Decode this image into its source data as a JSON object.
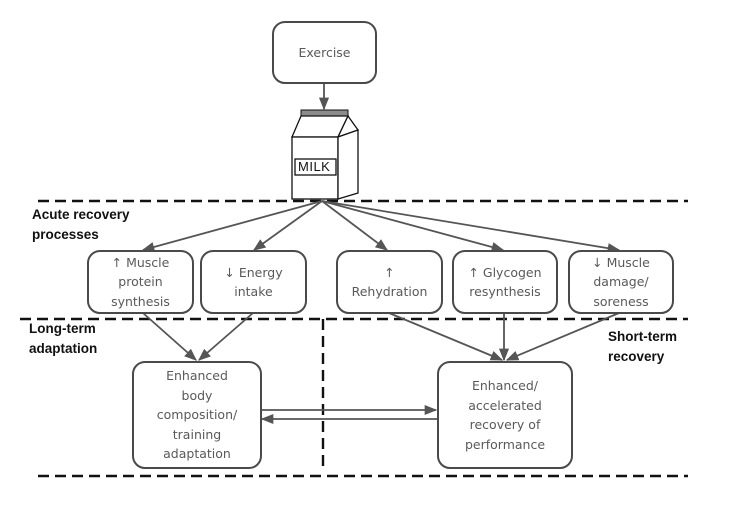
{
  "diagram": {
    "colors": {
      "box_border": "#4a4a4a",
      "box_text": "#595959",
      "arrow": "#555555",
      "dashed_line": "#111111",
      "carton_cap": "#8c8c8c"
    },
    "top": {
      "exercise": "Exercise",
      "milk_carton_label": "MILK"
    },
    "zones": {
      "acute": "Acute recovery\nprocesses",
      "long_term": "Long-term\nadaptation",
      "short_term": "Short-term\nrecovery"
    },
    "acute_processes": [
      {
        "label": "↑ Muscle\nprotein\nsynthesis"
      },
      {
        "label": "↓ Energy\nintake"
      },
      {
        "label": "↑\nRehydration"
      },
      {
        "label": "↑ Glycogen\nresynthesis"
      },
      {
        "label": "↓ Muscle\ndamage/\nsoreness"
      }
    ],
    "outcomes": {
      "long_term": "Enhanced\nbody\ncomposition/\ntraining\nadaptation",
      "short_term": "Enhanced/\naccelerated\nrecovery of\nperformance"
    },
    "edges": [
      {
        "from": "Exercise",
        "to": "MILK"
      },
      {
        "from": "MILK",
        "to": "↑ Muscle protein synthesis"
      },
      {
        "from": "MILK",
        "to": "↓ Energy intake"
      },
      {
        "from": "MILK",
        "to": "↑ Rehydration"
      },
      {
        "from": "MILK",
        "to": "↑ Glycogen resynthesis"
      },
      {
        "from": "MILK",
        "to": "↓ Muscle damage/soreness"
      },
      {
        "from": "↑ Muscle protein synthesis",
        "to": "Enhanced body composition/training adaptation"
      },
      {
        "from": "↓ Energy intake",
        "to": "Enhanced body composition/training adaptation"
      },
      {
        "from": "↑ Rehydration",
        "to": "Enhanced/accelerated recovery of performance"
      },
      {
        "from": "↑ Glycogen resynthesis",
        "to": "Enhanced/accelerated recovery of performance"
      },
      {
        "from": "↓ Muscle damage/soreness",
        "to": "Enhanced/accelerated recovery of performance"
      },
      {
        "from": "Enhanced body composition/training adaptation",
        "to": "Enhanced/accelerated recovery of performance"
      },
      {
        "from": "Enhanced/accelerated recovery of performance",
        "to": "Enhanced body composition/training adaptation"
      }
    ]
  }
}
